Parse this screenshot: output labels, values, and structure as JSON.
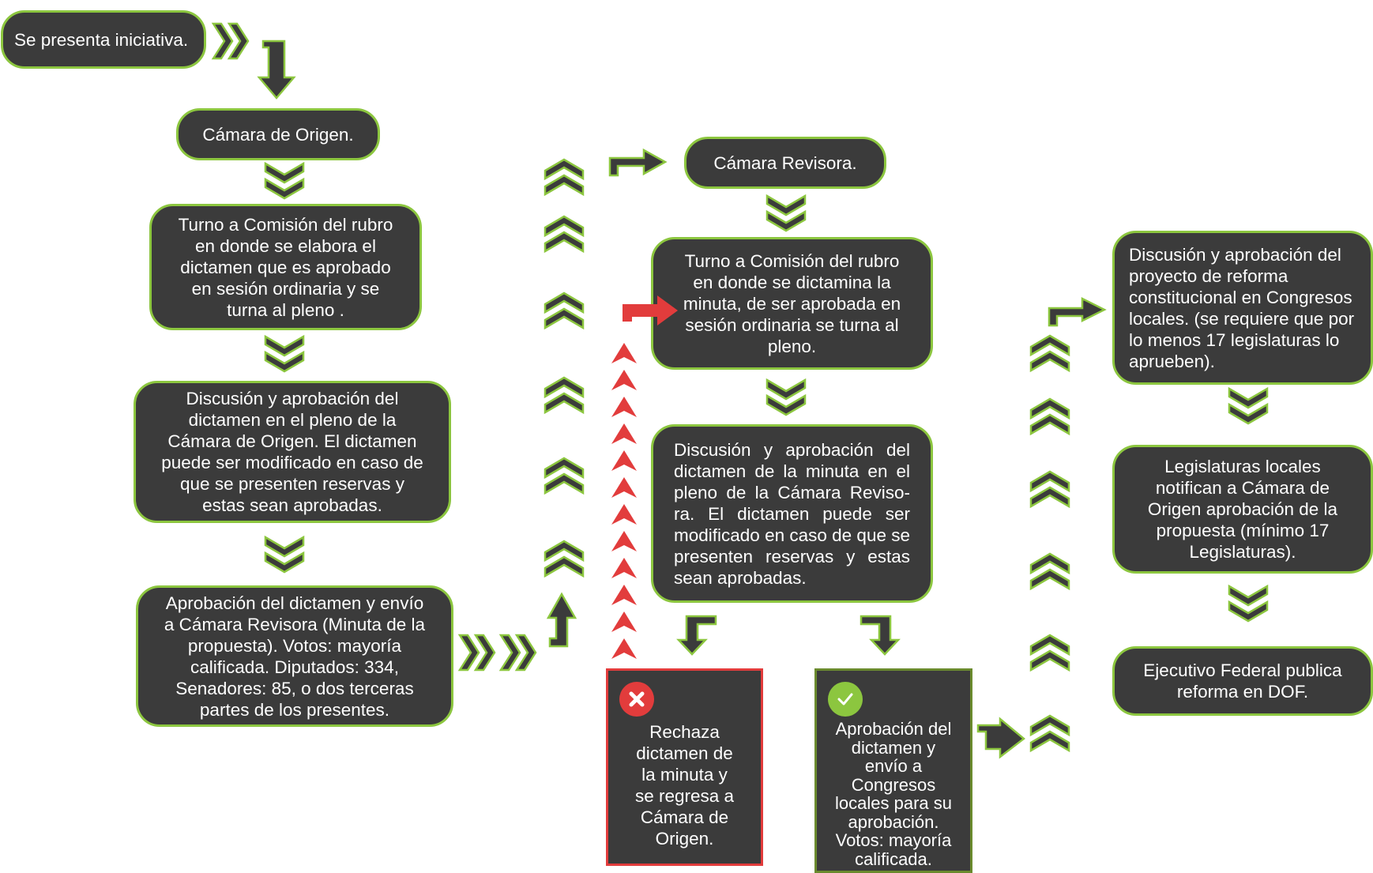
{
  "diagram": {
    "colors": {
      "box_fill": "#3b3b3b",
      "box_border": "#8cc63f",
      "arrow_fill": "#3b3b3b",
      "arrow_stroke": "#8cc63f",
      "reject_color": "#e23c3c",
      "approve_badge": "#8cc63f"
    },
    "start": "Se presenta iniciativa.",
    "origin": {
      "title": "Cámara de Origen.",
      "step1": "Turno a Comisión del rubro\nen donde se elabora el\ndictamen que es aprobado\nen sesión ordinaria y se\nturna al pleno .",
      "step2": "Discusión y aprobación del\ndictamen en el pleno de la\nCámara de Origen. El dictamen\npuede ser modificado en caso de\nque se presenten reservas y\nestas sean aprobadas.",
      "step3": "Aprobación del dictamen y envío\na Cámara Revisora (Minuta de la\npropuesta). Votos: mayoría\ncalificada. Diputados: 334,\nSenadores: 85, o dos terceras\npartes de los presentes."
    },
    "reviewer": {
      "title": "Cámara Revisora.",
      "step1": "Turno a Comisión del rubro\nen donde se dictamina la\nminuta, de ser aprobada en\nsesión ordinaria se turna al\npleno.",
      "step2": "Discusión y aprobación del dictamen de la minuta en el pleno de la Cámara Reviso-ra. El dictamen puede ser modificado en caso de que se presenten reservas y estas sean aprobadas.",
      "reject": "Rechaza\ndictamen de\nla minuta y\nse regresa a\nCámara de\nOrigen.",
      "approve": "Aprobación del\ndictamen y\nenvío a\nCongresos\nlocales para su\naprobación.\nVotos: mayoría\ncalificada."
    },
    "states": {
      "step1": "Discusión y aprobación del\nproyecto de reforma\nconstitucional en Congresos\nlocales. (se requiere que por\nlo menos 17 legislaturas lo\naprueben).",
      "step2": "Legislaturas locales\nnotifican a Cámara de\nOrigen aprobación de la\npropuesta  (mínimo 17\nLegislaturas).",
      "step3": "Ejecutivo Federal publica\nreforma en DOF."
    },
    "icons": {
      "reject": "close-x-icon",
      "approve": "check-icon",
      "flow_down": "double-chevron-down-icon",
      "flow_up": "double-chevron-up-icon",
      "flow_right": "double-chevron-right-icon",
      "turn": "bent-arrow-icon"
    }
  }
}
